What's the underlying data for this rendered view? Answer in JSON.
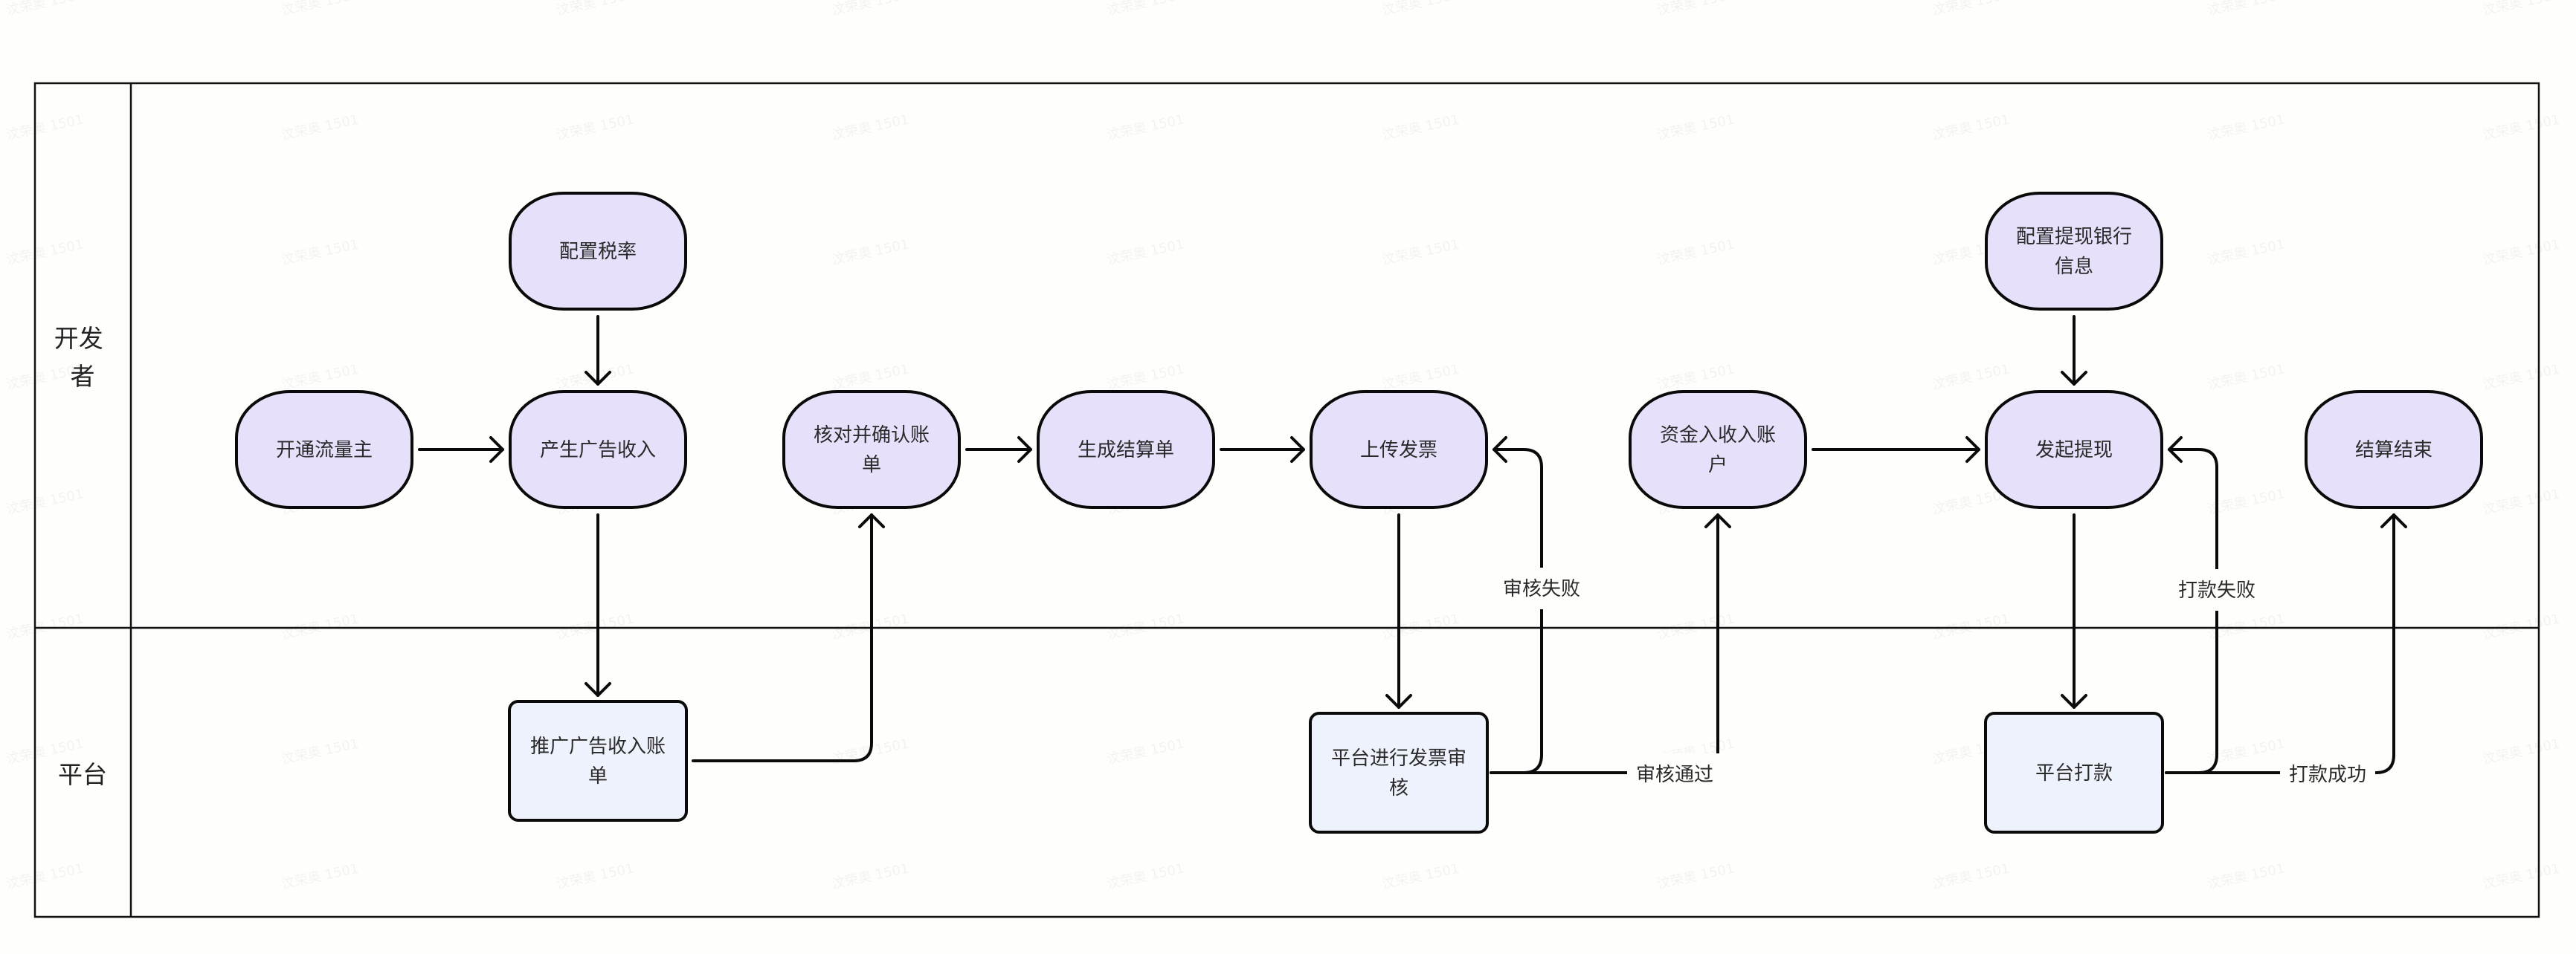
{
  "diagram": {
    "type": "swimlane-flowchart",
    "watermark_text": "汶荣奥 1501",
    "colors": {
      "terminal_fill": "#e7e0fb",
      "process_fill": "#eef2fc",
      "stroke": "#0a0a0a",
      "text": "#2a2a2a",
      "background": "#fefefc"
    },
    "lanes": [
      {
        "id": "developer",
        "label_lines": [
          "开发",
          "者"
        ]
      },
      {
        "id": "platform",
        "label_lines": [
          "平台"
        ]
      }
    ],
    "nodes": [
      {
        "id": "config-tax",
        "lane": "developer",
        "shape": "terminal",
        "lines": [
          "配置税率"
        ]
      },
      {
        "id": "open-traffic",
        "lane": "developer",
        "shape": "terminal",
        "lines": [
          "开通流量主"
        ]
      },
      {
        "id": "ad-revenue",
        "lane": "developer",
        "shape": "terminal",
        "lines": [
          "产生广告收入"
        ]
      },
      {
        "id": "push-bill",
        "lane": "platform",
        "shape": "process",
        "lines": [
          "推广广告收入账",
          "单"
        ]
      },
      {
        "id": "verify-bill",
        "lane": "developer",
        "shape": "terminal",
        "lines": [
          "核对并确认账",
          "单"
        ]
      },
      {
        "id": "gen-settlement",
        "lane": "developer",
        "shape": "terminal",
        "lines": [
          "生成结算单"
        ]
      },
      {
        "id": "upload-invoice",
        "lane": "developer",
        "shape": "terminal",
        "lines": [
          "上传发票"
        ]
      },
      {
        "id": "invoice-review",
        "lane": "platform",
        "shape": "process",
        "lines": [
          "平台进行发票审",
          "核"
        ]
      },
      {
        "id": "funds-in",
        "lane": "developer",
        "shape": "terminal",
        "lines": [
          "资金入收入账",
          "户"
        ]
      },
      {
        "id": "config-bank",
        "lane": "developer",
        "shape": "terminal",
        "lines": [
          "配置提现银行",
          "信息"
        ]
      },
      {
        "id": "withdraw",
        "lane": "developer",
        "shape": "terminal",
        "lines": [
          "发起提现"
        ]
      },
      {
        "id": "platform-pay",
        "lane": "platform",
        "shape": "process",
        "lines": [
          "平台打款"
        ]
      },
      {
        "id": "settle-end",
        "lane": "developer",
        "shape": "terminal",
        "lines": [
          "结算结束"
        ]
      }
    ],
    "edges": [
      {
        "id": "e1",
        "from": "config-tax",
        "to": "ad-revenue",
        "label": ""
      },
      {
        "id": "e2",
        "from": "open-traffic",
        "to": "ad-revenue",
        "label": ""
      },
      {
        "id": "e3",
        "from": "ad-revenue",
        "to": "push-bill",
        "label": ""
      },
      {
        "id": "e4",
        "from": "push-bill",
        "to": "verify-bill",
        "label": ""
      },
      {
        "id": "e5",
        "from": "verify-bill",
        "to": "gen-settlement",
        "label": ""
      },
      {
        "id": "e6",
        "from": "gen-settlement",
        "to": "upload-invoice",
        "label": ""
      },
      {
        "id": "e7",
        "from": "upload-invoice",
        "to": "invoice-review",
        "label": ""
      },
      {
        "id": "e8",
        "from": "invoice-review",
        "to": "upload-invoice",
        "label": "审核失败"
      },
      {
        "id": "e9",
        "from": "invoice-review",
        "to": "funds-in",
        "label": "审核通过"
      },
      {
        "id": "e10",
        "from": "funds-in",
        "to": "withdraw",
        "label": ""
      },
      {
        "id": "e11",
        "from": "config-bank",
        "to": "withdraw",
        "label": ""
      },
      {
        "id": "e12",
        "from": "withdraw",
        "to": "platform-pay",
        "label": ""
      },
      {
        "id": "e13",
        "from": "platform-pay",
        "to": "withdraw",
        "label": "打款失败"
      },
      {
        "id": "e14",
        "from": "platform-pay",
        "to": "settle-end",
        "label": "打款成功"
      }
    ]
  }
}
